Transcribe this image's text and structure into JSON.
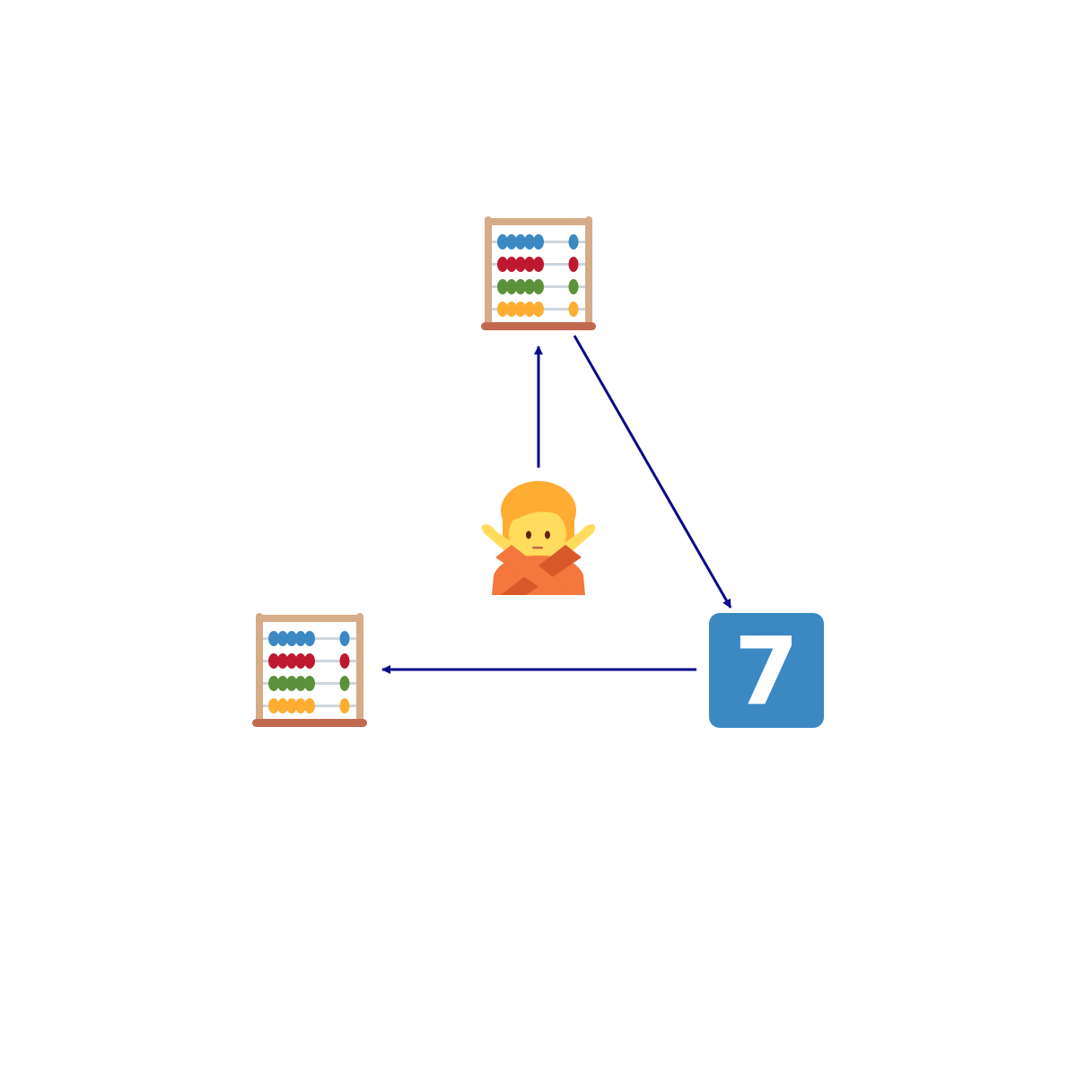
{
  "diagram": {
    "nodes": [
      {
        "id": "abacus-top",
        "icon": "abacus-icon"
      },
      {
        "id": "person",
        "icon": "person-gesturing-no-icon"
      },
      {
        "id": "keycap-seven",
        "icon": "keycap-digit-seven-icon",
        "label": "7"
      },
      {
        "id": "abacus-left",
        "icon": "abacus-icon"
      }
    ],
    "edges": [
      {
        "from": "person",
        "to": "abacus-top"
      },
      {
        "from": "abacus-top",
        "to": "keycap-seven"
      },
      {
        "from": "keycap-seven",
        "to": "abacus-left"
      }
    ]
  },
  "colors": {
    "arrow": "#0a0a8c",
    "keycap_bg": "#3b88c3",
    "keycap_text": "#ffffff",
    "abacus_frame": "#d5ab88",
    "abacus_base": "#c1694f",
    "bead_blue": "#3b88c3",
    "bead_red": "#be1931",
    "bead_green": "#5c913b",
    "bead_orange": "#ffac33",
    "person_hair": "#ffac33",
    "person_skin": "#ffdc5d",
    "person_shirt_light": "#f4773d",
    "person_shirt_dark": "#d9582a"
  }
}
